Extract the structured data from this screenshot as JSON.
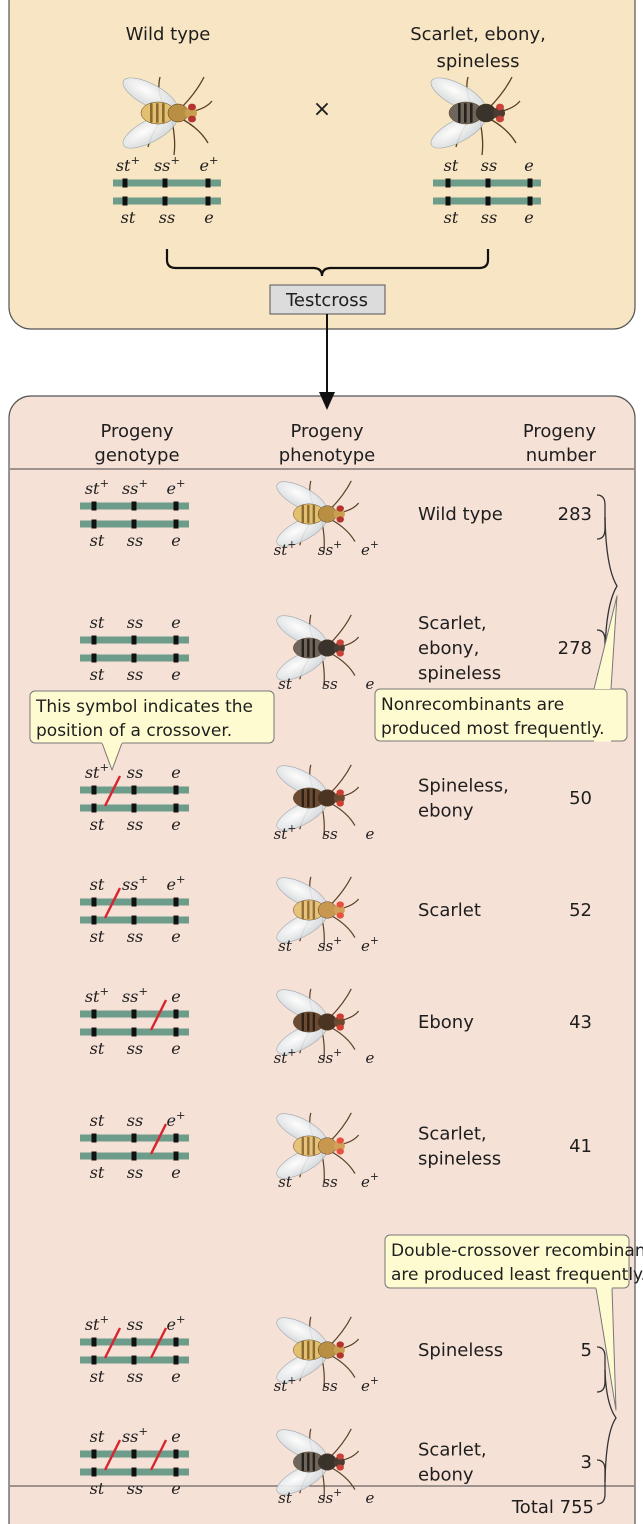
{
  "parental": {
    "left": {
      "label": "Wild type",
      "top_alleles": [
        "st",
        "ss",
        "e"
      ],
      "top_plus": [
        true,
        true,
        true
      ],
      "bottom_alleles": [
        "st",
        "ss",
        "e"
      ],
      "bottom_plus": [
        false,
        false,
        false
      ]
    },
    "right": {
      "label_lines": [
        "Scarlet, ebony,",
        "spineless"
      ],
      "top_alleles": [
        "st",
        "ss",
        "e"
      ],
      "top_plus": [
        false,
        false,
        false
      ],
      "bottom_alleles": [
        "st",
        "ss",
        "e"
      ],
      "bottom_plus": [
        false,
        false,
        false
      ]
    },
    "cross_symbol": "×",
    "testcross_label": "Testcross"
  },
  "table": {
    "headers": [
      [
        "Progeny",
        "genotype"
      ],
      [
        "Progeny",
        "phenotype"
      ],
      [
        "Progeny",
        "number"
      ]
    ],
    "plus_symbol": "+",
    "rows": [
      {
        "plus": [
          true,
          true,
          true
        ],
        "crossovers": [],
        "phenotype": [
          "Wild type"
        ],
        "number": "283",
        "fly": "wild"
      },
      {
        "plus": [
          false,
          false,
          false
        ],
        "crossovers": [],
        "phenotype": [
          "Scarlet,",
          "ebony,",
          "spineless"
        ],
        "number": "278",
        "fly": "triple"
      },
      {
        "plus": [
          true,
          false,
          false
        ],
        "crossovers": [
          1
        ],
        "phenotype": [
          "Spineless,",
          "ebony"
        ],
        "number": "50",
        "fly": "ebony"
      },
      {
        "plus": [
          false,
          true,
          true
        ],
        "crossovers": [
          1
        ],
        "phenotype": [
          "Scarlet"
        ],
        "number": "52",
        "fly": "scarlet"
      },
      {
        "plus": [
          true,
          true,
          false
        ],
        "crossovers": [
          2
        ],
        "phenotype": [
          "Ebony"
        ],
        "number": "43",
        "fly": "ebony"
      },
      {
        "plus": [
          false,
          false,
          true
        ],
        "crossovers": [
          2
        ],
        "phenotype": [
          "Scarlet,",
          "spineless"
        ],
        "number": "41",
        "fly": "scarlet"
      },
      {
        "plus": [
          true,
          false,
          true
        ],
        "crossovers": [
          1,
          2
        ],
        "phenotype": [
          "Spineless"
        ],
        "number": "5",
        "fly": "wild"
      },
      {
        "plus": [
          false,
          true,
          false
        ],
        "crossovers": [
          1,
          2
        ],
        "phenotype": [
          "Scarlet,",
          "ebony"
        ],
        "number": "3",
        "fly": "triple"
      }
    ],
    "total_label": "Total 755"
  },
  "callouts": {
    "crossover_symbol": [
      "This symbol indicates the",
      "position of a crossover."
    ],
    "nonrecombinants": [
      "Nonrecombinants are",
      "produced most frequently."
    ],
    "double_crossover": [
      "Double-crossover recombinants",
      "are produced least frequently."
    ]
  },
  "colors": {
    "top_panel": "#f8e5c3",
    "bottom_panel": "#f6e1d7",
    "chromosome": "#6e9c8a",
    "crossover": "#d8242c",
    "callout": "#fefbd0"
  }
}
